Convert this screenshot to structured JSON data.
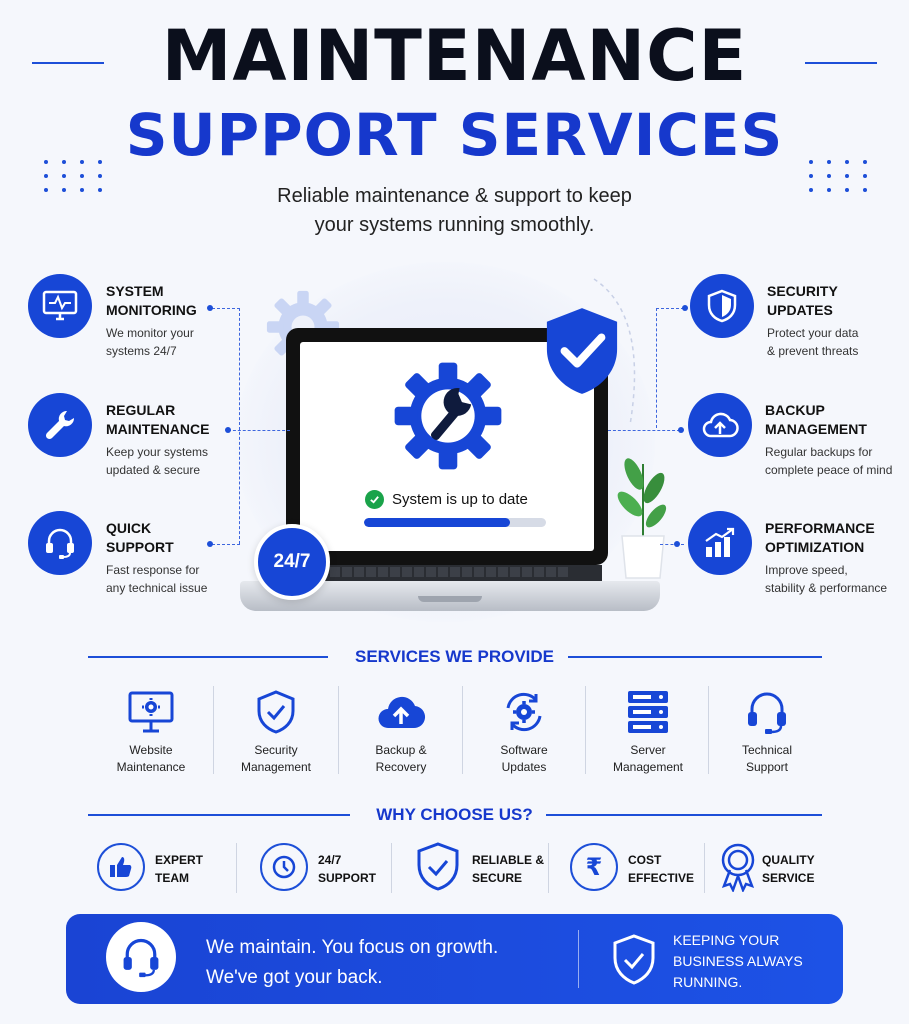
{
  "header": {
    "title_line1": "MAINTENANCE",
    "title_line2": "SUPPORT SERVICES",
    "subtitle_line1": "Reliable maintenance & support to keep",
    "subtitle_line2": "your systems running smoothly."
  },
  "features_left": [
    {
      "title1": "SYSTEM",
      "title2": "MONITORING",
      "desc1": "We monitor your",
      "desc2": "systems 24/7",
      "icon": "monitor-pulse-icon"
    },
    {
      "title1": "REGULAR",
      "title2": "MAINTENANCE",
      "desc1": "Keep your systems",
      "desc2": "updated & secure",
      "icon": "wrench-icon"
    },
    {
      "title1": "QUICK",
      "title2": "SUPPORT",
      "desc1": "Fast response for",
      "desc2": "any technical issue",
      "icon": "headset-icon"
    }
  ],
  "features_right": [
    {
      "title1": "SECURITY",
      "title2": "UPDATES",
      "desc1": "Protect your data",
      "desc2": "& prevent threats",
      "icon": "shield-icon"
    },
    {
      "title1": "BACKUP",
      "title2": "MANAGEMENT",
      "desc1": "Regular backups for",
      "desc2": "complete peace of mind",
      "icon": "cloud-upload-icon"
    },
    {
      "title1": "PERFORMANCE",
      "title2": "OPTIMIZATION",
      "desc1": "Improve speed,",
      "desc2": "stability & performance",
      "icon": "bar-chart-icon"
    }
  ],
  "laptop": {
    "status_text": "System is up to date",
    "progress": 0.8,
    "badge_247": "24/7"
  },
  "services": {
    "heading": "SERVICES WE PROVIDE",
    "items": [
      {
        "line1": "Website",
        "line2": "Maintenance",
        "icon": "monitor-gear-icon"
      },
      {
        "line1": "Security",
        "line2": "Management",
        "icon": "shield-check-icon"
      },
      {
        "line1": "Backup &",
        "line2": "Recovery",
        "icon": "cloud-upload-icon"
      },
      {
        "line1": "Software",
        "line2": "Updates",
        "icon": "gear-refresh-icon"
      },
      {
        "line1": "Server",
        "line2": "Management",
        "icon": "server-icon"
      },
      {
        "line1": "Technical",
        "line2": "Support",
        "icon": "headset-icon"
      }
    ]
  },
  "why": {
    "heading": "WHY CHOOSE US?",
    "items": [
      {
        "line1": "EXPERT",
        "line2": "TEAM",
        "icon": "thumbs-up-icon"
      },
      {
        "line1": "24/7",
        "line2": "SUPPORT",
        "icon": "clock-icon"
      },
      {
        "line1": "RELIABLE &",
        "line2": "SECURE",
        "icon": "shield-check-icon"
      },
      {
        "line1": "COST",
        "line2": "EFFECTIVE",
        "icon": "rupee-icon"
      },
      {
        "line1": "QUALITY",
        "line2": "SERVICE",
        "icon": "award-medal-icon"
      }
    ]
  },
  "banner": {
    "line1": "We maintain. You focus on growth.",
    "line2": "We've got your back.",
    "right1": "KEEPING YOUR",
    "right2": "BUSINESS ALWAYS",
    "right3": "RUNNING."
  },
  "colors": {
    "accent": "#1d4fd8",
    "dark": "#0b0f1c",
    "banner": "#1a44d4"
  }
}
